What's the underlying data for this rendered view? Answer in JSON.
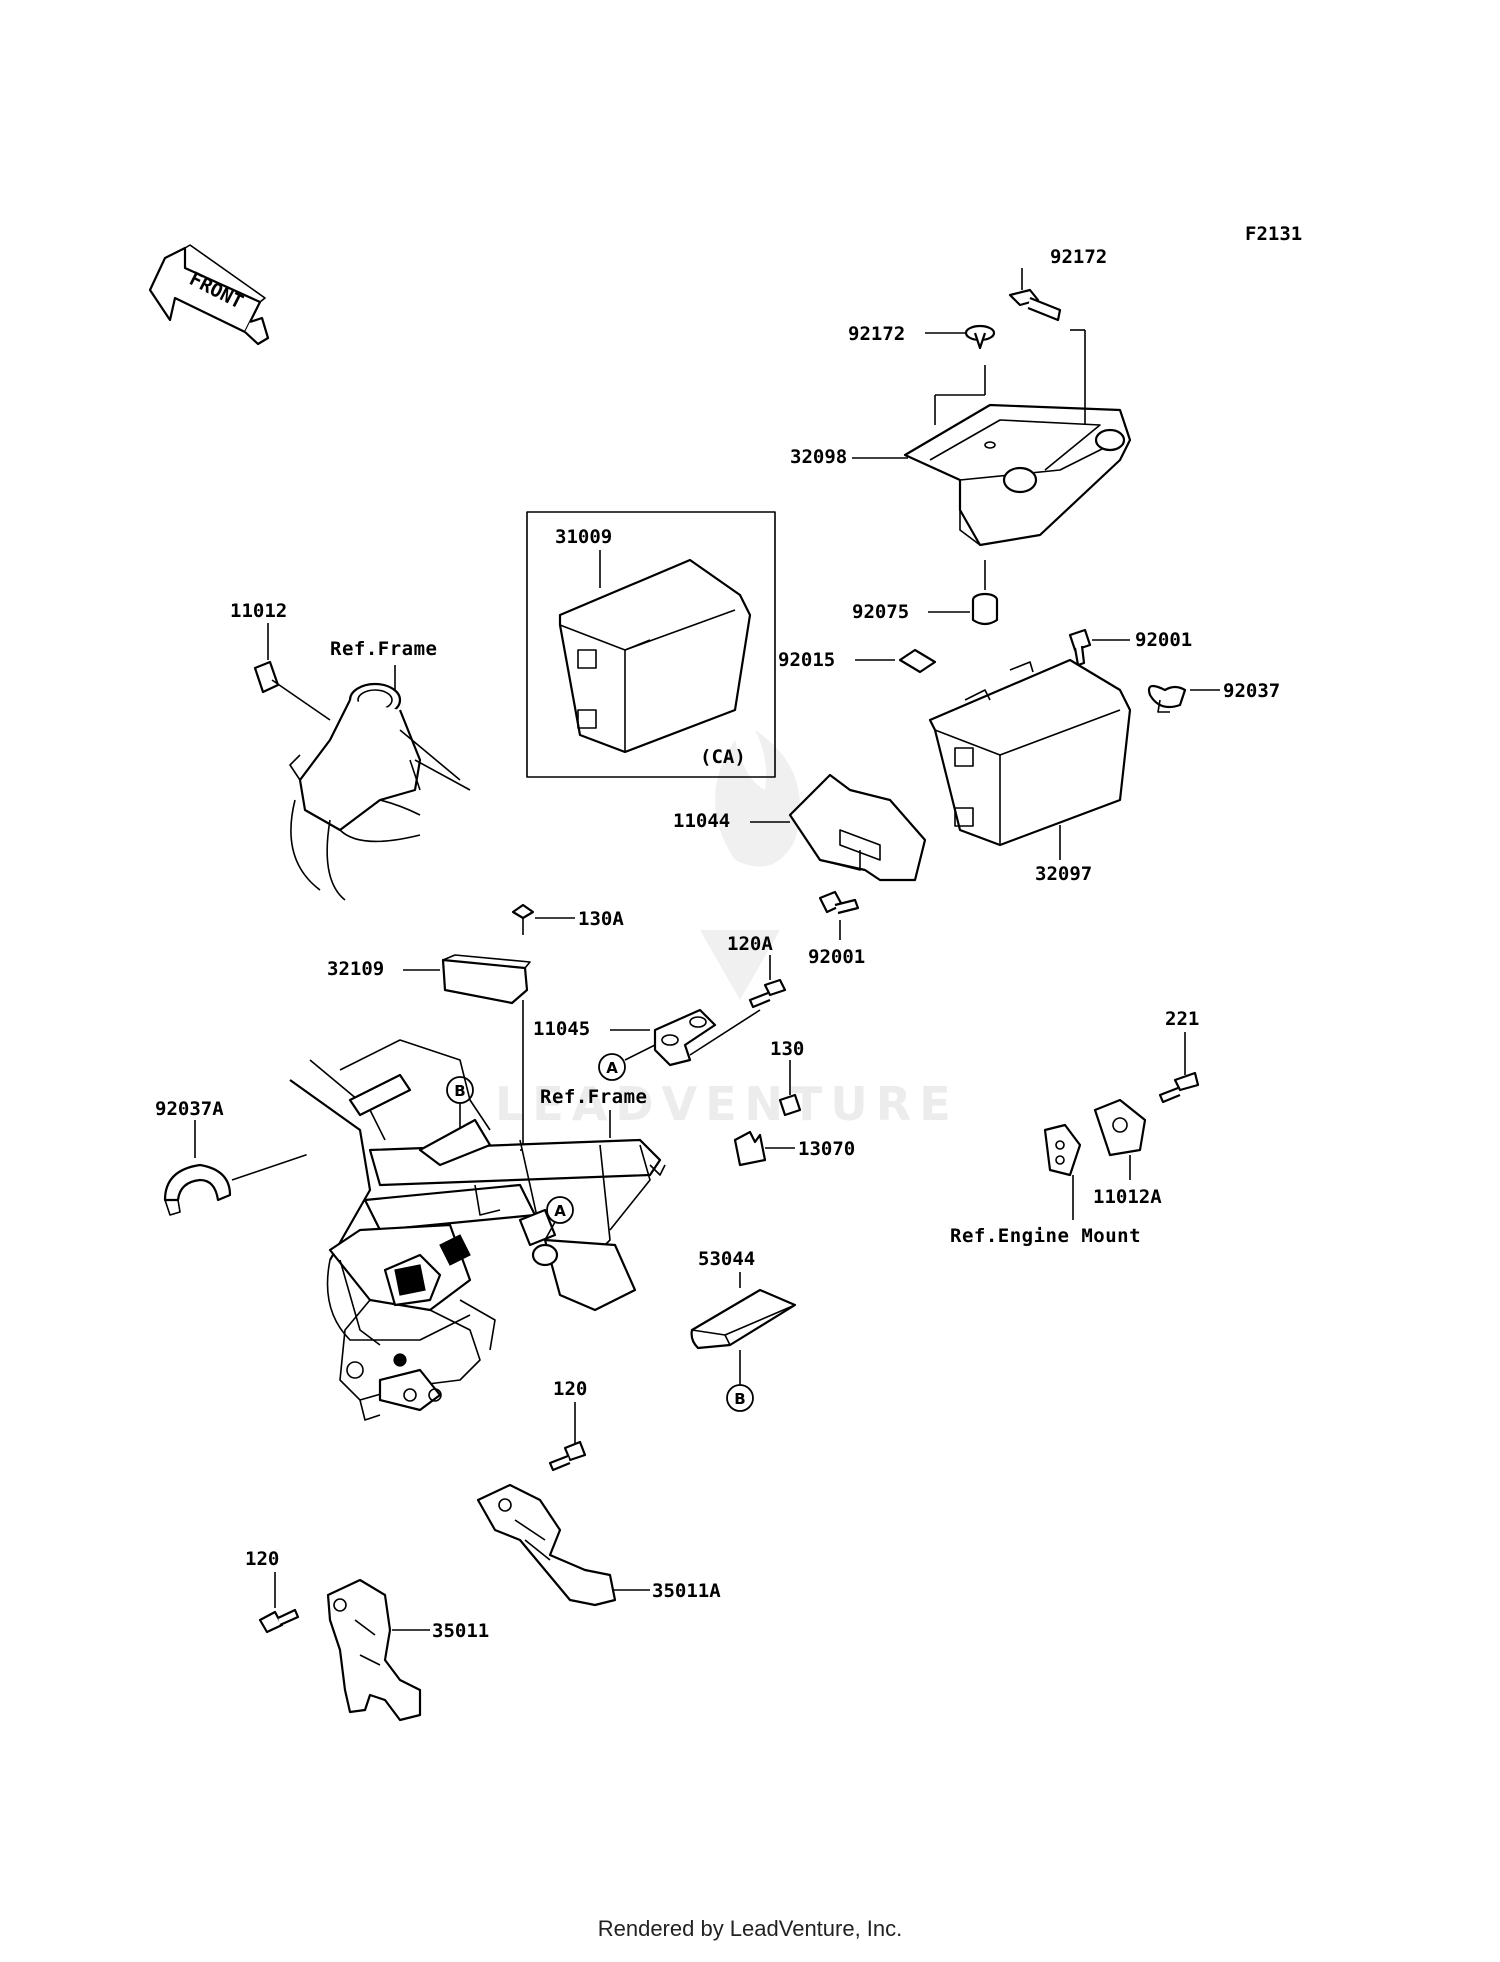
{
  "diagram_code": "F2131",
  "front_label": "FRONT",
  "watermark": "LEADVENTURE",
  "footer_text": "Rendered by LeadVenture, Inc.",
  "inset_tag": "(CA)",
  "callouts": {
    "a": "A",
    "b": "B"
  },
  "parts": {
    "p92172a": "92172",
    "p92172b": "92172",
    "p32098": "32098",
    "p31009": "31009",
    "p92075": "92075",
    "p11012": "11012",
    "p92001a": "92001",
    "p92015": "92015",
    "p92037": "92037",
    "p11044": "11044",
    "p32097": "32097",
    "p130a": "130A",
    "p92001b": "92001",
    "p120a": "120A",
    "p32109": "32109",
    "p11045": "11045",
    "p130": "130",
    "p221": "221",
    "p92037a": "92037A",
    "p13070": "13070",
    "p11012a": "11012A",
    "p53044": "53044",
    "p120a2": "120",
    "p120b": "120",
    "p35011a": "35011A",
    "p35011": "35011"
  },
  "refs": {
    "frame_top": "Ref.Frame",
    "frame_mid": "Ref.Frame",
    "engine_mount": "Ref.Engine Mount"
  }
}
